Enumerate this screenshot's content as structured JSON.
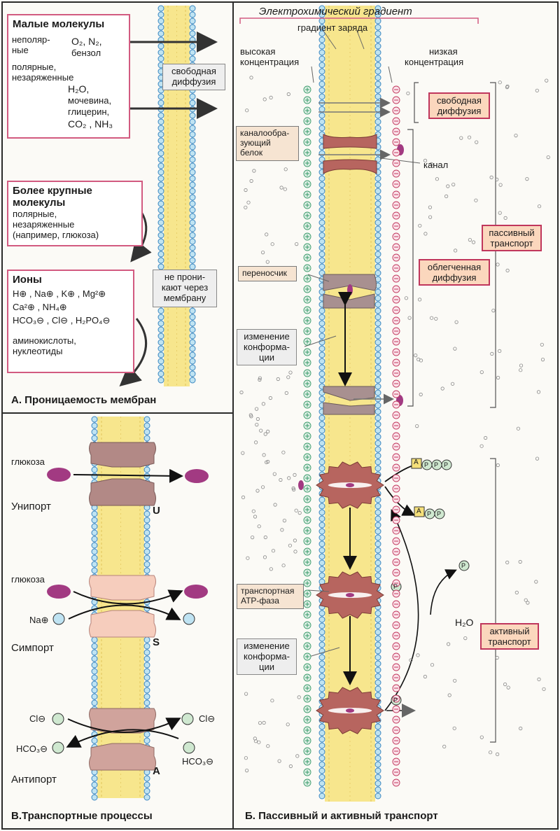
{
  "panelA": {
    "small_molecules": {
      "title": "Малые молекулы",
      "nonpolar_label_1": "неполяр-",
      "nonpolar_label_2": "ные",
      "nonpolar_items_1": "O₂, N₂,",
      "nonpolar_items_2": "бензол",
      "polar_label_1": "полярные,",
      "polar_label_2": "незаряженные",
      "polar_items_1": "H₂O,",
      "polar_items_2": "мочевина,",
      "polar_items_3": "глицерин,",
      "polar_items_4": "CO₂ , NH₃"
    },
    "free_diffusion_1": "свободная",
    "free_diffusion_2": "диффузия",
    "large_molecules": {
      "title_1": "Более крупные",
      "title_2": "молекулы",
      "desc_1": "полярные,",
      "desc_2": "незаряженные",
      "desc_3": "(например, глюкоза)"
    },
    "ions": {
      "title": "Ионы",
      "line_1": "H⊕ , Na⊕ , K⊕ , Mg²⊕",
      "line_2": "Ca²⊕ , NH₄⊕",
      "line_3": "HCO₃⊖ , Cl⊖ , H₂PO₄⊖",
      "line_4": "аминокислоты,",
      "line_5": "нуклеотиды"
    },
    "impermeable_1": "не прони-",
    "impermeable_2": "кают через",
    "impermeable_3": "мембрану",
    "caption": "A. Проницаемость мембран"
  },
  "panelB": {
    "title": "Электрохимический градиент",
    "charge_gradient": "градиент заряда",
    "high_conc_1": "высокая",
    "high_conc_2": "концентрация",
    "low_conc_1": "низкая",
    "low_conc_2": "концентрация",
    "free_diffusion_1": "свободная",
    "free_diffusion_2": "диффузия",
    "channel_protein_1": "каналообра-",
    "channel_protein_2": "зующий",
    "channel_protein_3": "белок",
    "channel": "канал",
    "passive_1": "пассивный",
    "passive_2": "транспорт",
    "facilitated_1": "облегченная",
    "facilitated_2": "диффузия",
    "carrier": "переносчик",
    "conf_change_1": "изменение",
    "conf_change_2": "конформа-",
    "conf_change_3": "ции",
    "atpase_1": "транспортная",
    "atpase_2": "АТР-фаза",
    "conf_change2_1": "изменение",
    "conf_change2_2": "конформа-",
    "conf_change2_3": "ции",
    "water": "H₂O",
    "active_1": "активный",
    "active_2": "транспорт",
    "phosphate": "P",
    "adenosine": "A",
    "caption": "Б. Пассивный и активный транспорт"
  },
  "panelV": {
    "glucose_1": "глюкоза",
    "uniport": "Унипорт",
    "u_letter": "U",
    "glucose_2": "глюкоза",
    "na": "Na⊕",
    "symport": "Симпорт",
    "s_letter": "S",
    "cl_left": "Cl⊖",
    "cl_right": "Cl⊖",
    "hco3_left": "HCO₃⊖",
    "hco3_right": "HCO₃⊖",
    "antiport": "Антипорт",
    "a_letter": "A",
    "caption": "B.Транспортные процессы"
  },
  "colors": {
    "border": "#2b2b2b",
    "pink": "#d25a80",
    "lipid_head": "#bfe3f2",
    "lipid_head_stroke": "#3a86c0",
    "lipid_tail": "#f6e27a",
    "protein": "#b7655f",
    "molecule": "#a23a82"
  }
}
